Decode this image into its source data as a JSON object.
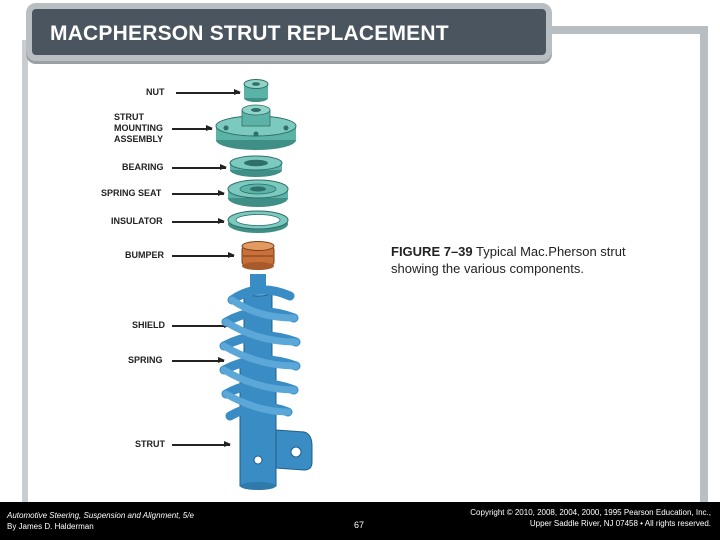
{
  "title": "MACPHERSON STRUT REPLACEMENT",
  "labels": {
    "nut": "NUT",
    "strut_mounting_1": "STRUT",
    "strut_mounting_2": "MOUNTING",
    "strut_mounting_3": "ASSEMBLY",
    "bearing": "BEARING",
    "spring_seat": "SPRING SEAT",
    "insulator": "INSULATOR",
    "bumper": "BUMPER",
    "shield": "SHIELD",
    "spring": "SPRING",
    "strut": "STRUT"
  },
  "caption": {
    "figure": "FIGURE 7–39",
    "text": " Typical Mac.Pherson strut showing the various components."
  },
  "footer": {
    "book_line1": "Automotive Steering, Suspension and Alignment, 5/e",
    "book_line2": "By James D. Halderman",
    "page": "67",
    "copyright_line1": "Copyright © 2010, 2008, 2004, 2000, 1995 Pearson Education, Inc.,",
    "copyright_line2": "Upper Saddle River, NJ 07458 • All rights reserved."
  },
  "colors": {
    "teal": "#5bb3a8",
    "blue": "#3a8dc4",
    "bumper": "#c8703a",
    "title_bg": "#4a5560"
  }
}
